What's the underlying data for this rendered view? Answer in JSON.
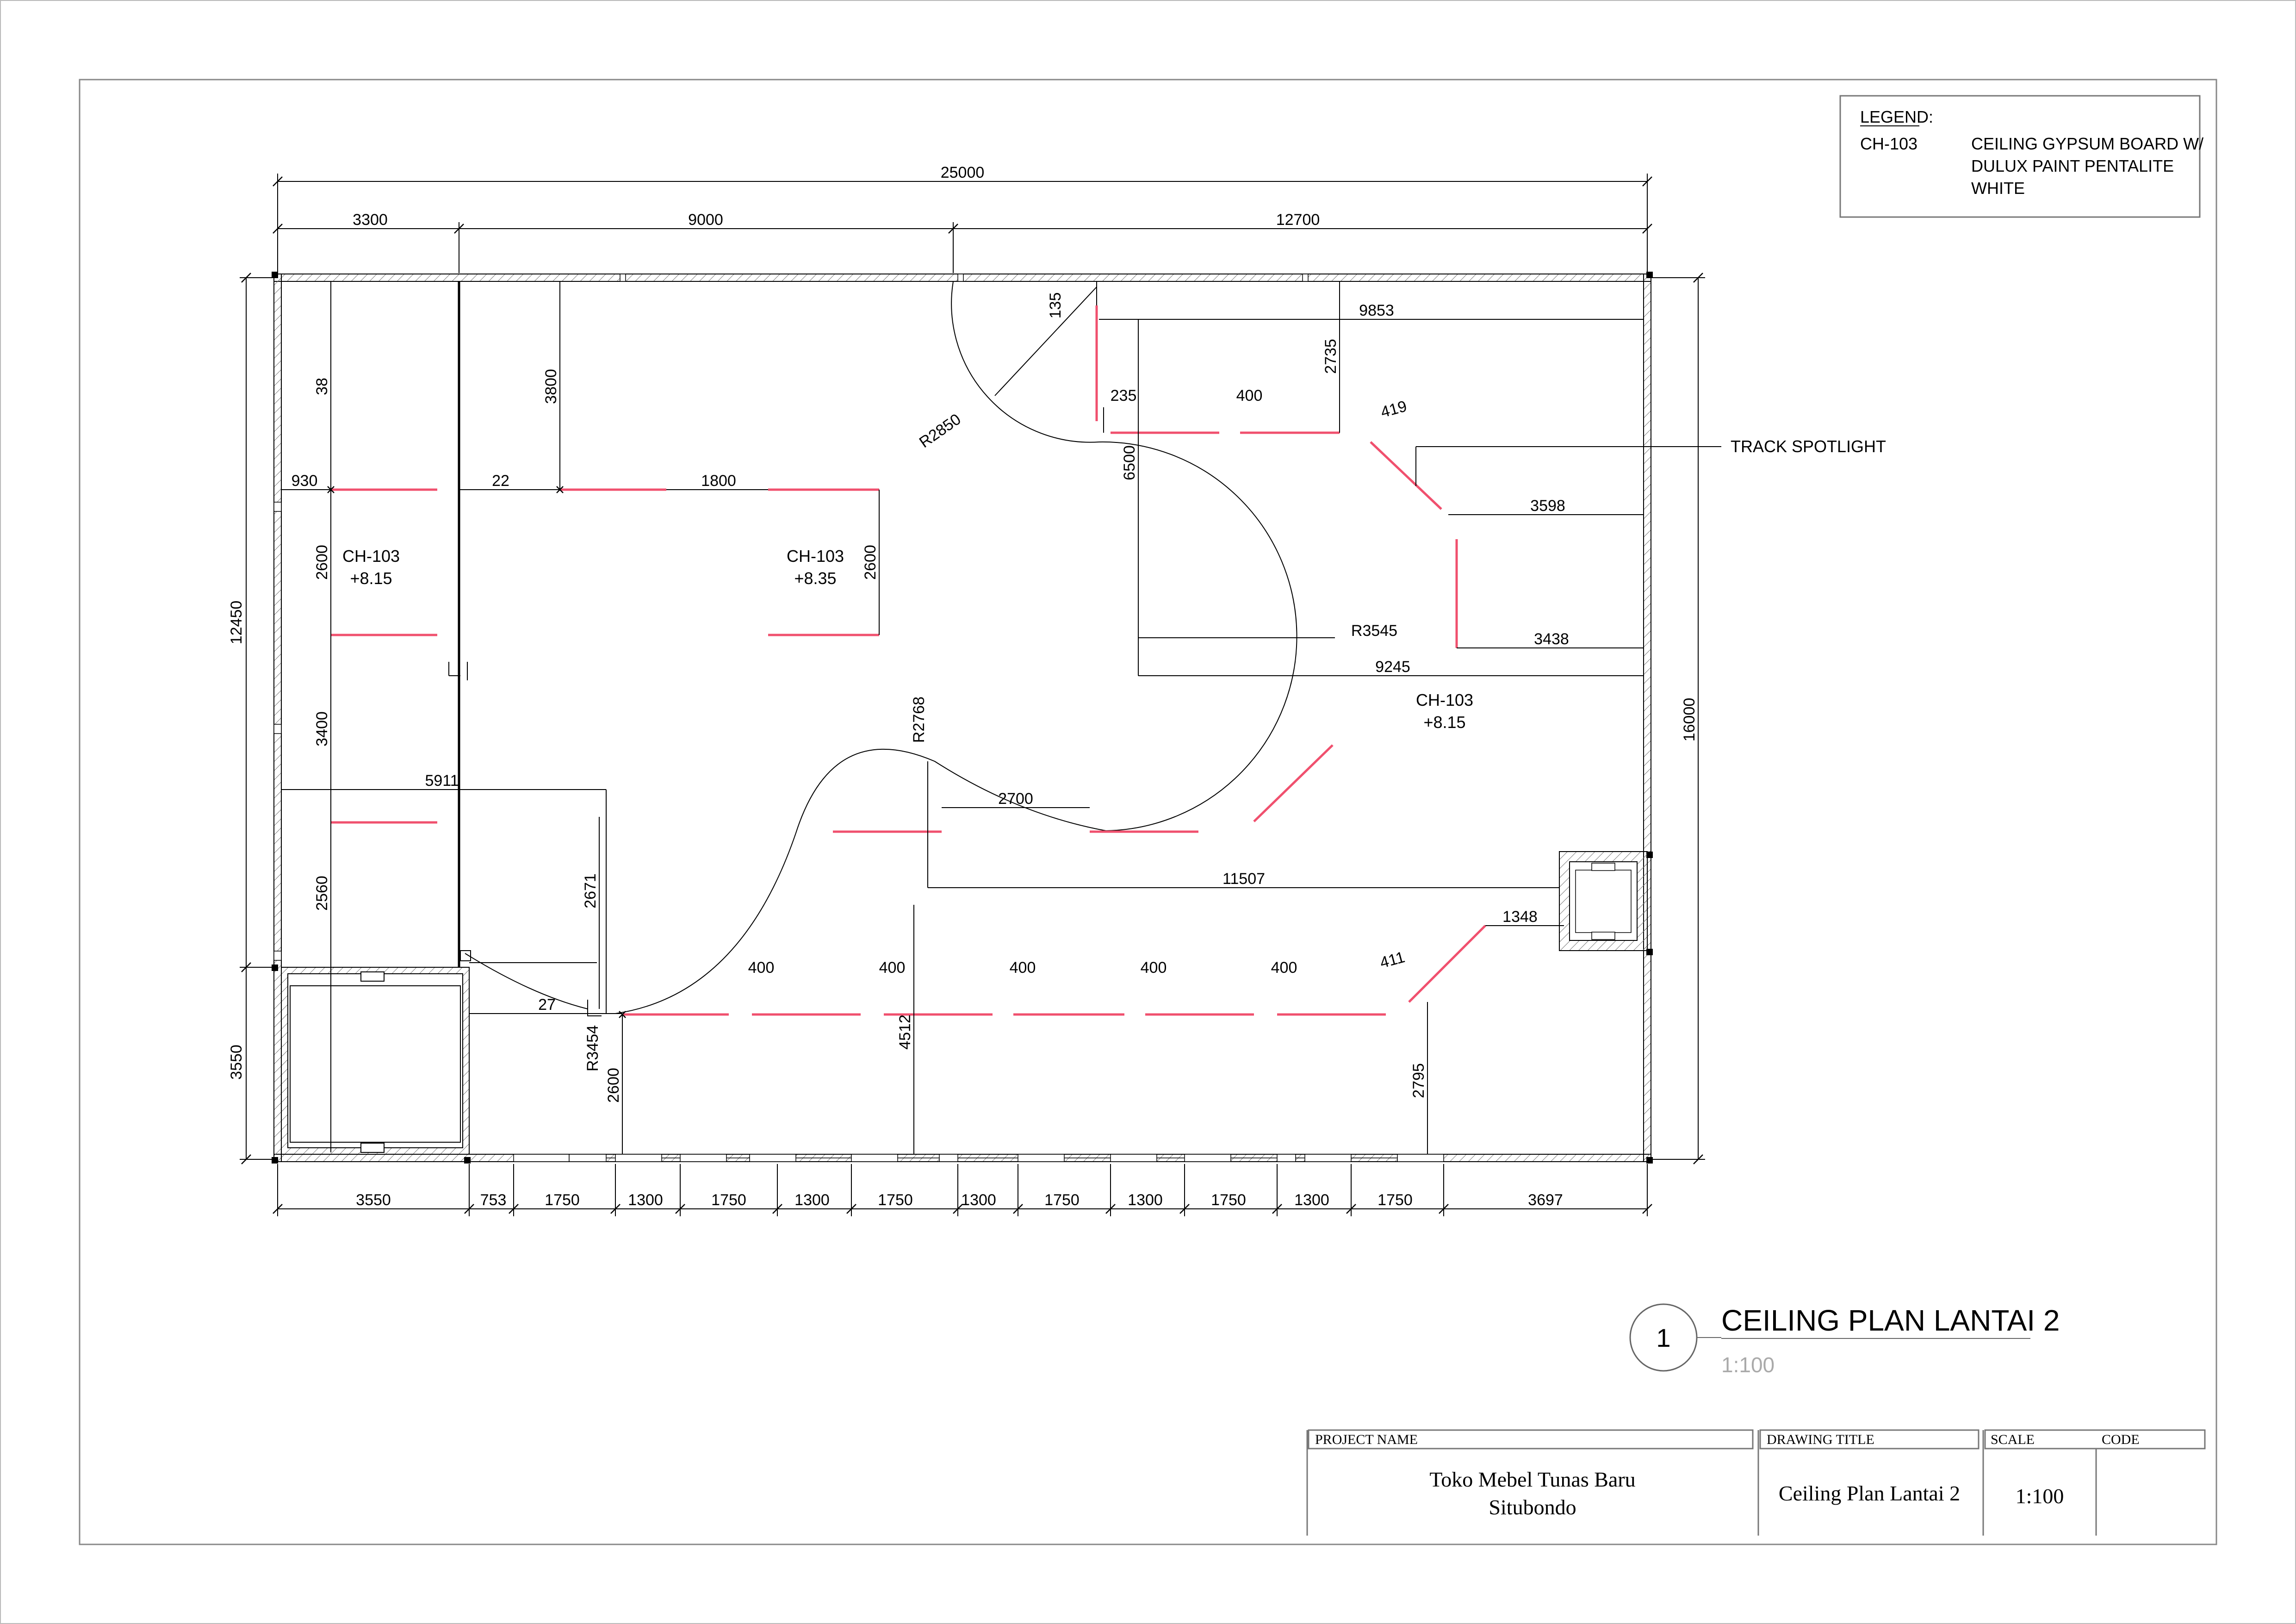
{
  "legend": {
    "heading": "LEGEND:",
    "code": "CH-103",
    "description_lines": [
      "CEILING GYPSUM BOARD W/",
      "DULUX PAINT PENTALITE",
      "WHITE"
    ]
  },
  "plan": {
    "dims_top": {
      "overall": "25000",
      "left": "3300",
      "middle": "9000",
      "right": "12700"
    },
    "dims_bottom": [
      "3550",
      "753",
      "1750",
      "1300",
      "1750",
      "1300",
      "1750",
      "1300",
      "1750",
      "1300",
      "1750",
      "1300",
      "1750",
      "3697"
    ],
    "dims_left": {
      "upper": "12450",
      "lower": "3550"
    },
    "dims_right": {
      "overall": "16000"
    },
    "dims_interior": {
      "d38": "38",
      "d930": "930",
      "d2600a": "2600",
      "d3400": "3400",
      "d2560": "2560",
      "d3800": "3800",
      "d22": "22",
      "d1800": "1800",
      "d2600b": "2600",
      "d135": "135",
      "d9853": "9853",
      "d2735": "2735",
      "d235": "235",
      "d400a": "400",
      "d419": "419",
      "d6500": "6500",
      "d3598": "3598",
      "d3438": "3438",
      "d9245": "9245",
      "d5911": "5911",
      "d2671": "2671",
      "d27": "27",
      "d2600c": "2600",
      "d2700": "2700",
      "d11507": "11507",
      "d1348": "1348",
      "d4512": "4512",
      "d2795": "2795",
      "d400b": "400",
      "d400c": "400",
      "d400d": "400",
      "d400e": "400",
      "d400f": "400",
      "d411": "411"
    },
    "radii": {
      "r2850": "R2850",
      "r3545": "R3545",
      "r2768": "R2768",
      "r3454": "R3454"
    },
    "zones": [
      {
        "code": "CH-103",
        "level": "+8.15"
      },
      {
        "code": "CH-103",
        "level": "+8.35"
      },
      {
        "code": "CH-103",
        "level": "+8.15"
      }
    ],
    "callout": "TRACK SPOTLIGHT"
  },
  "drawing_title": {
    "number": "1",
    "name": "CEILING PLAN LANTAI 2",
    "scale": "1:100"
  },
  "title_block": {
    "project_name_label": "PROJECT NAME",
    "project_name_lines": [
      "Toko Mebel Tunas Baru",
      "Situbondo"
    ],
    "drawing_title_label": "DRAWING TITLE",
    "drawing_title_value": "Ceiling Plan Lantai 2",
    "scale_label": "SCALE",
    "code_label": "CODE",
    "scale_value": "1:100",
    "code_value": ""
  },
  "colors": {
    "ceiling_edge": "#f0506e",
    "line": "#000000",
    "muted": "#aaaaaa"
  }
}
